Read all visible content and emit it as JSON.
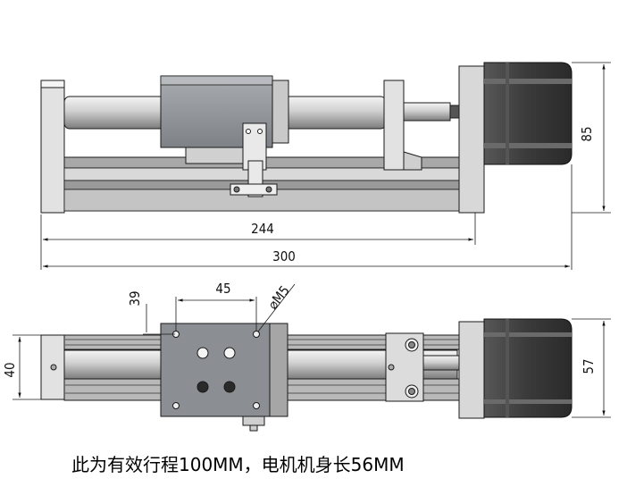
{
  "dimensions": {
    "d244": "244",
    "d300": "300",
    "d85": "85",
    "d39": "39",
    "d45": "45",
    "dm5": "⌀M5",
    "d40": "40",
    "d57": "57"
  },
  "caption": "此为有效行程100MM，电机机身长56MM",
  "colors": {
    "line": "#1a1a1a",
    "rail_light": "#e4e4e4",
    "rail_mid": "#b8b8b8",
    "rail_dark": "#6a6a6a",
    "plate": "#8a8d92",
    "motor": "#3a3a3a",
    "flange": "#d6d6d6"
  }
}
